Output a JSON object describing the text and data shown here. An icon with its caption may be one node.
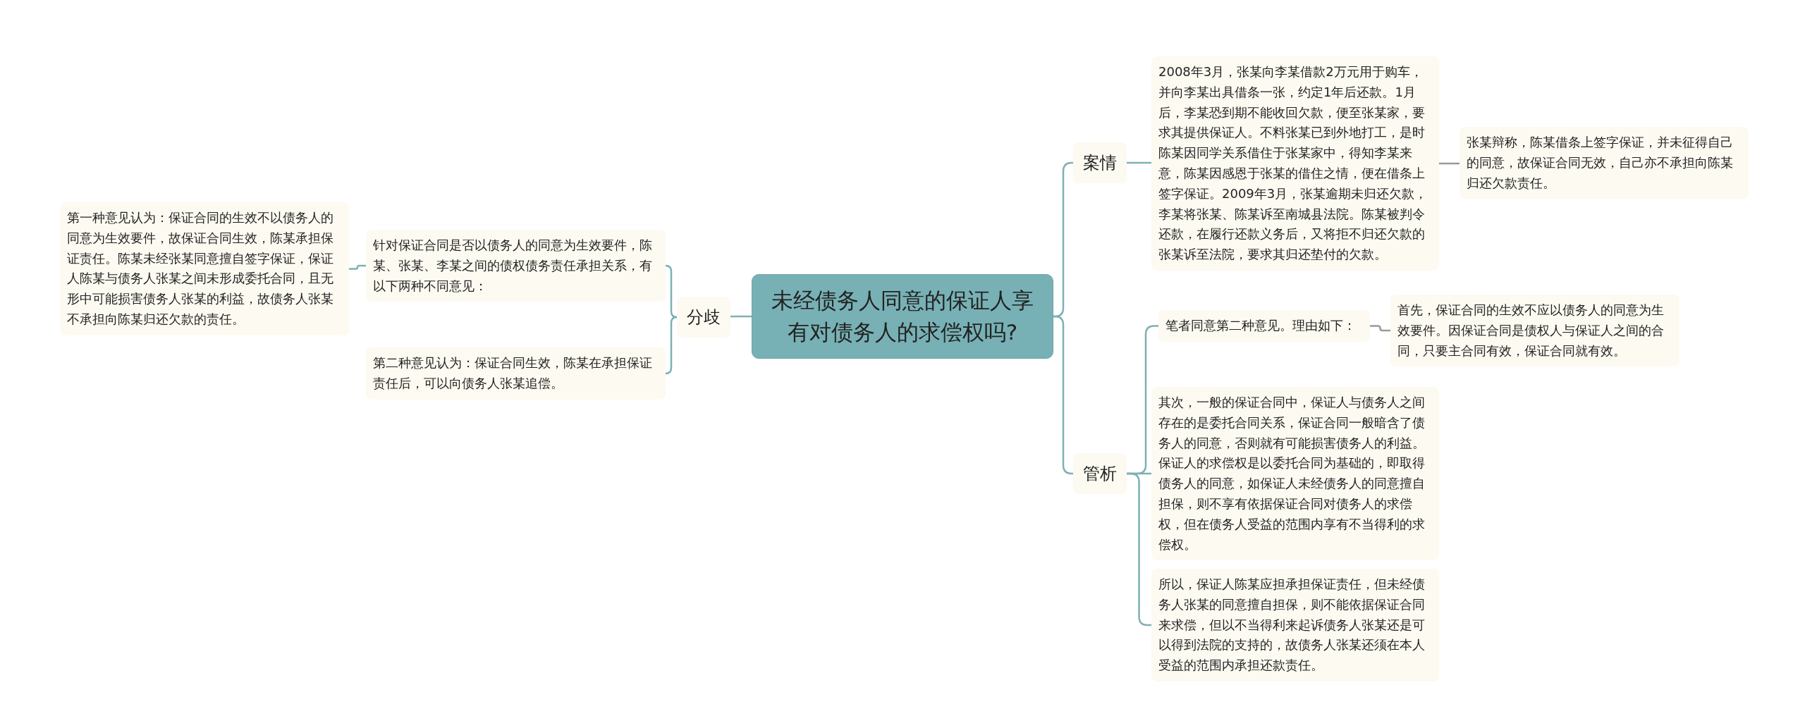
{
  "diagram": {
    "nodes": [
      {
        "text": [
          "未经债务人同意的保证人享有对债务人的求偿权吗?"
        ]
      },
      {
        "text": [
          "分歧"
        ]
      },
      {
        "text": [
          "案情"
        ]
      },
      {
        "text": [
          "管析"
        ]
      },
      {
        "text": [
          "针对保证合同是否以债务人的同意为生效要件，陈某、张某、李某之间的债权债务责任承担关系，有以下两种不同意见："
        ]
      },
      {
        "text": [
          "第二种意见认为：保证合同生效，陈某在承担保证责任后，可以向债务人张某追偿。"
        ]
      },
      {
        "text": [
          "第一种意见认为：保证合同的生效不以债务人的同意为生效要件，故保证合同生效，陈某承担保证责任。陈某未经张某同意擅自签字保证，保证人陈某与债务人张某之间未形成委托合同，且无形中可能损害债务人张某的利益，故债务人张某不承担向陈某归还欠款的责任。"
        ]
      },
      {
        "text": [
          "2008年3月，张某向李某借款2万元用于购车，并向李某出具借条一张，约定1年后还款。1月后，李某恐到期不能收回欠款，便至张某家，要求其提供保证人。不料张某已到外地打工，是时陈某因同学关系借住于张某家中，得知李某来意，陈某因感恩于张某的借住之情，便在借条上签字保证。2009年3月，张某逾期未归还欠款，李某将张某、陈某诉至南城县法院。陈某被判令还款，在履行还款义务后，又将拒不归还欠款的张某诉至法院，要求其归还垫付的欠款。"
        ]
      },
      {
        "text": [
          "张某辩称，陈某借条上签字保证，并未征得自己的同意，故保证合同无效，自己亦不承担向陈某归还欠款责任。"
        ]
      },
      {
        "text": [
          "笔者同意第二种意见。理由如下："
        ]
      },
      {
        "text": [
          "首先，保证合同的生效不应以债务人的同意为生效要件。因保证合同是债权人与保证人之间的合同，只要主合同有效，保证合同就有效。"
        ]
      },
      {
        "text": [
          "其次，一般的保证合同中，保证人与债务人之间存在的是委托合同关系，保证合同一般暗含了债务人的同意，否则就有可能损害债务人的利益。保证人的求偿权是以委托合同为基础的，即取得债务人的同意，如保证人未经债务人的同意擅自担保，则不享有依据保证合同对债务人的求偿权，但在债务人受益的范围内享有不当得利的求偿权。"
        ]
      },
      {
        "text": [
          "所以，保证人陈某应担承担保证责任，但未经债务人张某的同意擅自担保，则不能依据保证合同来求偿，但以不当得利来起诉债务人张某还是可以得到法院的支持的，故债务人张某还须在本人受益的范围内承担还款责任。"
        ]
      }
    ],
    "edges": [
      {
        "from": 0,
        "to": 1,
        "arrow": "none"
      },
      {
        "from": 0,
        "to": 2,
        "arrow": "none"
      },
      {
        "from": 0,
        "to": 3,
        "arrow": "none"
      },
      {
        "from": 1,
        "to": 4,
        "arrow": "none"
      },
      {
        "from": 1,
        "to": 5,
        "arrow": "none"
      },
      {
        "from": 4,
        "to": 6,
        "arrow": "none"
      },
      {
        "from": 2,
        "to": 7,
        "arrow": "none"
      },
      {
        "from": 7,
        "to": 8,
        "arrow": "none",
        "color": "#9a9a9a"
      },
      {
        "from": 3,
        "to": 9,
        "arrow": "none"
      },
      {
        "from": 9,
        "to": 10,
        "arrow": "none",
        "color": "#9a9a9a"
      },
      {
        "from": 3,
        "to": 11,
        "arrow": "none"
      },
      {
        "from": 3,
        "to": 12,
        "arrow": "none"
      }
    ]
  }
}
